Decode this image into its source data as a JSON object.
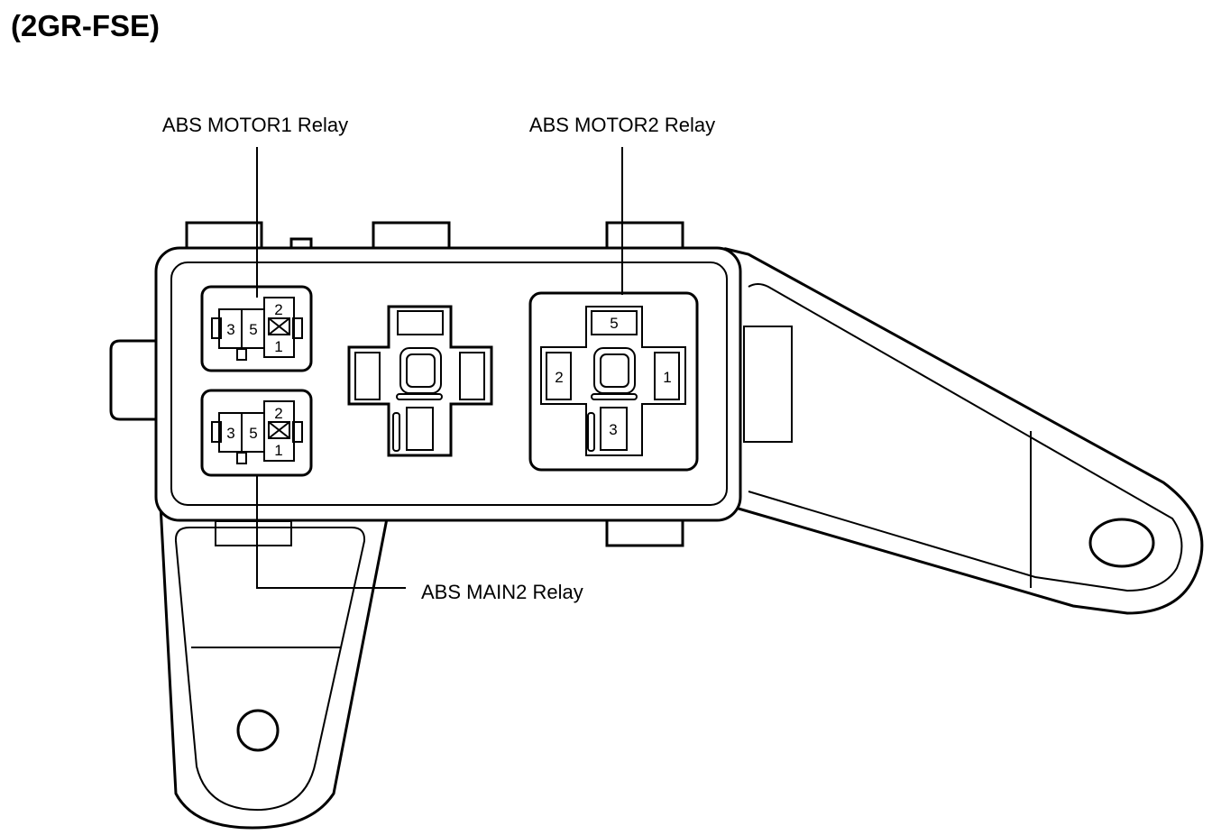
{
  "title": "(2GR-FSE)",
  "labels": {
    "motor1": "ABS MOTOR1 Relay",
    "motor2": "ABS MOTOR2 Relay",
    "main2": "ABS MAIN2 Relay"
  },
  "motor1_pins": {
    "p3": "3",
    "p5": "5",
    "p2": "2",
    "p1": "1"
  },
  "main2_pins": {
    "p3": "3",
    "p5": "5",
    "p2": "2",
    "p1": "1"
  },
  "motor2_pins": {
    "p5": "5",
    "p2": "2",
    "p1": "1",
    "p3": "3"
  }
}
